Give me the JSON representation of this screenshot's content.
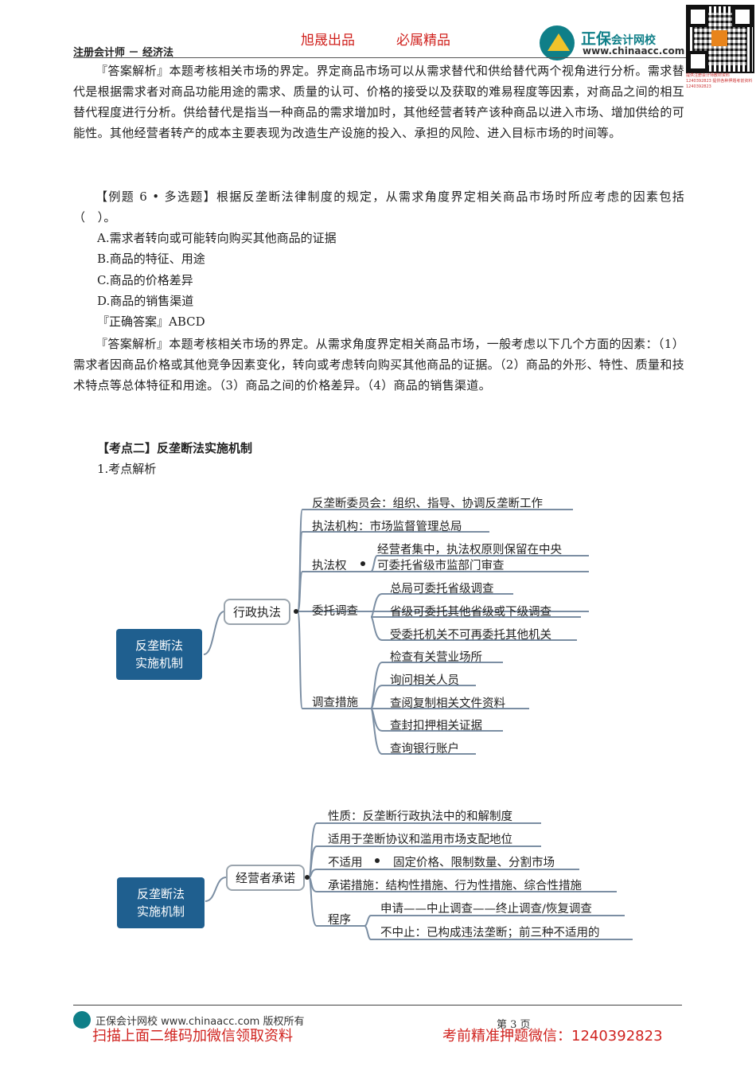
{
  "header": {
    "course": "注册会计师 － 经济法",
    "slogan_left": "旭晟出品",
    "slogan_right": "必属精品",
    "logo_name": "正保",
    "logo_suffix": "会计网校",
    "logo_url": "www.chinaacc.com",
    "qr_caption": "提供注册会计师教材资料 1240392823 提供各种押题考前资料 1240392823"
  },
  "body": {
    "analysis1": "『答案解析』本题考核相关市场的界定。界定商品市场可以从需求替代和供给替代两个视角进行分析。需求替代是根据需求者对商品功能用途的需求、质量的认可、价格的接受以及获取的难易程度等因素，对商品之间的相互替代程度进行分析。供给替代是指当一种商品的需求增加时，其他经营者转产该种商品以进入市场、增加供给的可能性。其他经营者转产的成本主要表现为改造生产设施的投入、承担的风险、进入目标市场的时间等。",
    "example_title": "【例题 6 • 多选题】根据反垄断法律制度的规定，从需求角度界定相关商品市场时所应考虑的因素包括（　）。",
    "options": [
      "A.需求者转向或可能转向购买其他商品的证据",
      "B.商品的特征、用途",
      "C.商品的价格差异",
      "D.商品的销售渠道"
    ],
    "answer": "『正确答案』ABCD",
    "analysis2": "『答案解析』本题考核相关市场的界定。从需求角度界定相关商品市场，一般考虑以下几个方面的因素：（1）需求者因商品价格或其他竞争因素变化，转向或考虑转向购买其他商品的证据。（2）商品的外形、特性、质量和技术特点等总体特征和用途。（3）商品之间的价格差异。（4）商品的销售渠道。",
    "section_title": "【考点二】反垄断法实施机制",
    "section_sub": "1.考点解析"
  },
  "mindmap1": {
    "root": "反垄断法\n实施机制",
    "branch": "行政执法",
    "items": {
      "committee": "反垄断委员会：组织、指导、协调反垄断工作",
      "agency": "执法机构：市场监督管理总局",
      "power": "执法权",
      "power_1": "经营者集中，执法权原则保留在中央",
      "power_2": "可委托省级市监部门审查",
      "entrust": "委托调查",
      "entrust_1": "总局可委托省级调查",
      "entrust_2": "省级可委托其他省级或下级调查",
      "entrust_3": "受委托机关不可再委托其他机关",
      "measures": "调查措施",
      "measures_1": "检查有关营业场所",
      "measures_2": "询问相关人员",
      "measures_3": "查阅复制相关文件资料",
      "measures_4": "查封扣押相关证据",
      "measures_5": "查询银行账户"
    }
  },
  "mindmap2": {
    "root": "反垄断法\n实施机制",
    "branch": "经营者承诺",
    "items": {
      "nature": "性质：反垄断行政执法中的和解制度",
      "scope": "适用于垄断协议和滥用市场支配地位",
      "exclude": "不适用",
      "exclude_1": "固定价格、限制数量、分割市场",
      "measures": "承诺措施：结构性措施、行为性措施、综合性措施",
      "procedure": "程序",
      "procedure_1": "申请——中止调查——终止调查/恢复调查",
      "procedure_2": "不中止：已构成违法垄断；前三种不适用的"
    }
  },
  "footer": {
    "copyright": "正保会计网校 www.chinaacc.com 版权所有",
    "page": "第 3 页",
    "promo_left": "扫描上面二维码加微信领取资料",
    "promo_right": "考前精准押题微信：1240392823"
  },
  "colors": {
    "brand": "#0f7f88",
    "root_box": "#1f5f8f",
    "promo": "#d0231f"
  }
}
